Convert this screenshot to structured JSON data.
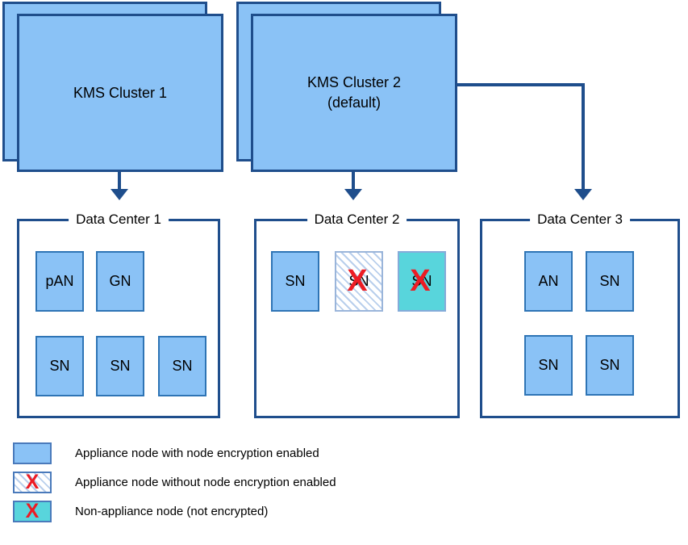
{
  "marks": {
    "x": "X"
  },
  "clusters": [
    {
      "label": "KMS Cluster 1",
      "sublabel": ""
    },
    {
      "label": "KMS Cluster 2",
      "sublabel": "(default)"
    }
  ],
  "connections": [
    {
      "from": "KMS Cluster 1",
      "to": "Data Center 1"
    },
    {
      "from": "KMS Cluster 2",
      "to": "Data Center 2"
    },
    {
      "from": "KMS Cluster 2",
      "to": "Data Center 3"
    }
  ],
  "data_centers": [
    {
      "title": "Data Center 1",
      "nodes": [
        {
          "label": "pAN",
          "type": "appliance_encrypted"
        },
        {
          "label": "GN",
          "type": "appliance_encrypted"
        },
        {
          "label": "SN",
          "type": "appliance_encrypted"
        },
        {
          "label": "SN",
          "type": "appliance_encrypted"
        },
        {
          "label": "SN",
          "type": "appliance_encrypted"
        }
      ]
    },
    {
      "title": "Data Center 2",
      "nodes": [
        {
          "label": "SN",
          "type": "appliance_encrypted"
        },
        {
          "label": "SN",
          "type": "appliance_not_encrypted"
        },
        {
          "label": "SN",
          "type": "non_appliance"
        }
      ]
    },
    {
      "title": "Data Center 3",
      "nodes": [
        {
          "label": "AN",
          "type": "appliance_encrypted"
        },
        {
          "label": "SN",
          "type": "appliance_encrypted"
        },
        {
          "label": "SN",
          "type": "appliance_encrypted"
        },
        {
          "label": "SN",
          "type": "appliance_encrypted"
        }
      ]
    }
  ],
  "legend": {
    "items": [
      {
        "label": "Appliance node with node encryption enabled",
        "swatch": "appliance_encrypted"
      },
      {
        "label": "Appliance node without node encryption enabled",
        "swatch": "appliance_not_encrypted"
      },
      {
        "label": "Non-appliance node (not encrypted)",
        "swatch": "non_appliance"
      }
    ]
  },
  "colors": {
    "node_fill_blue": "#8AC2F6",
    "outline_navy": "#1F4E8C",
    "node_border_blue": "#2E74B5",
    "non_appliance_teal": "#58D5DC",
    "hatch_stripe_blue": "#B9CFEC",
    "x_mark_red": "#EC1C24"
  }
}
